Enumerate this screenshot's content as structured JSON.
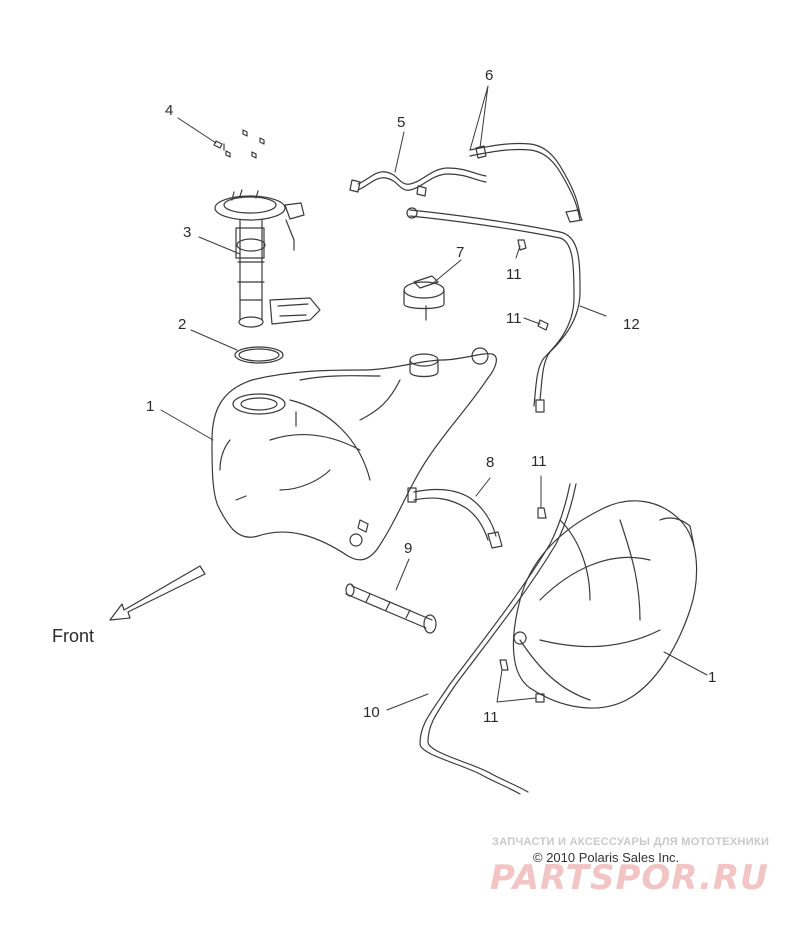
{
  "callouts": {
    "c1_tank": "1",
    "c1_tank_right": "1",
    "c2": "2",
    "c3": "3",
    "c4": "4",
    "c5": "5",
    "c6": "6",
    "c7": "7",
    "c8": "8",
    "c9": "9",
    "c10": "10",
    "c11_a": "11",
    "c11_b": "11",
    "c11_c": "11",
    "c11_d": "11",
    "c12": "12"
  },
  "front_label": "Front",
  "copyright": "© 2010 Polaris Sales Inc.",
  "watermark": {
    "tagline": "ЗАПЧАСТИ И АКСЕССУАРЫ ДЛЯ МОТОТЕХНИКИ",
    "brand": "PARTSPOR.RU"
  },
  "colors": {
    "line": "#3a3a3a",
    "watermark": "#e08080"
  }
}
